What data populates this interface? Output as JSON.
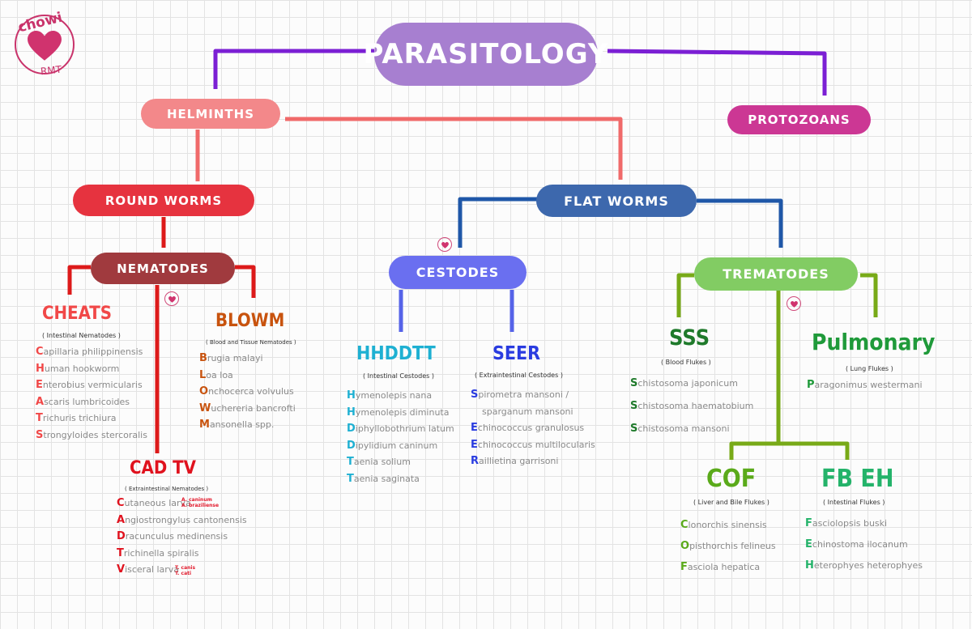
{
  "logo": {
    "top": "chowi",
    "bottom": "RMT"
  },
  "root": "PARASITOLOGY",
  "helminths": "HELMINTHS",
  "protozoans": "PROTOZOANS",
  "roundworms": "ROUND WORMS",
  "flatworms": "FLAT WORMS",
  "nematodes": "NEMATODES",
  "cestodes": "CESTODES",
  "trematodes": "TREMATODES",
  "cheats": {
    "title": "CHEATS",
    "subtitle": "( Intestinal Nematodes )",
    "items": [
      {
        "initial": "C",
        "rest": "apillaria philippinensis"
      },
      {
        "initial": "H",
        "rest": "uman hookworm"
      },
      {
        "initial": "E",
        "rest": "nterobius vermicularis"
      },
      {
        "initial": "A",
        "rest": "scaris lumbricoides"
      },
      {
        "initial": "T",
        "rest": "richuris trichiura"
      },
      {
        "initial": "S",
        "rest": "trongyloides stercoralis"
      }
    ]
  },
  "blowm": {
    "title": "BLOWM",
    "subtitle": "( Blood and Tissue Nematodes )",
    "items": [
      {
        "initial": "B",
        "rest": "rugia malayi"
      },
      {
        "initial": "L",
        "rest": "oa loa"
      },
      {
        "initial": "O",
        "rest": "nchocerca volvulus"
      },
      {
        "initial": "W",
        "rest": "uchereria bancrofti"
      },
      {
        "initial": "M",
        "rest": "ansonella spp."
      }
    ]
  },
  "cadtv": {
    "title": "CAD TV",
    "subtitle": "( Extraintestinal Nematodes )",
    "items": [
      {
        "initial": "C",
        "rest": "utaneous larva"
      },
      {
        "initial": "A",
        "rest": "ngiostrongylus cantonensis"
      },
      {
        "initial": "D",
        "rest": "racunculus medinensis"
      },
      {
        "initial": "T",
        "rest": "richinella spiralis"
      },
      {
        "initial": "V",
        "rest": "isceral larva"
      }
    ],
    "extra1": [
      "A. caninum",
      "A. braziliense"
    ],
    "extra2": [
      "T. canis",
      "T. cati"
    ]
  },
  "hhddtt": {
    "title": "HHDDTT",
    "subtitle": "( Intestinal Cestodes )",
    "items": [
      {
        "initial": "H",
        "rest": "ymenolepis nana"
      },
      {
        "initial": "H",
        "rest": "ymenolepis diminuta"
      },
      {
        "initial": "D",
        "rest": "iphyllobothrium latum"
      },
      {
        "initial": "D",
        "rest": "ipylidium caninum"
      },
      {
        "initial": "T",
        "rest": "aenia solium"
      },
      {
        "initial": "T",
        "rest": "aenia saginata"
      }
    ]
  },
  "seer": {
    "title": "SEER",
    "subtitle": "( Extraintestinal Cestodes )",
    "items": [
      {
        "initial": "S",
        "rest": "pirometra mansoni /"
      },
      {
        "initial": "",
        "rest": "sparganum mansoni"
      },
      {
        "initial": "E",
        "rest": "chinococcus granulosus"
      },
      {
        "initial": "E",
        "rest": "chinococcus multilocularis"
      },
      {
        "initial": "R",
        "rest": "aillietina garrisoni"
      }
    ]
  },
  "sss": {
    "title": "SSS",
    "subtitle": "( Blood Flukes )",
    "items": [
      {
        "initial": "S",
        "rest": "chistosoma japonicum"
      },
      {
        "initial": "S",
        "rest": "chistosoma haematobium"
      },
      {
        "initial": "S",
        "rest": "chistosoma mansoni"
      }
    ]
  },
  "pulmonary": {
    "title": "Pulmonary",
    "subtitle": "( Lung Flukes )",
    "items": [
      {
        "initial": "P",
        "rest": "aragonimus westermani"
      }
    ]
  },
  "cof": {
    "title": "COF",
    "subtitle": "( Liver and Bile Flukes )",
    "items": [
      {
        "initial": "C",
        "rest": "lonorchis sinensis"
      },
      {
        "initial": "O",
        "rest": "pisthorchis felineus"
      },
      {
        "initial": "F",
        "rest": "asciola hepatica"
      }
    ]
  },
  "fbeh": {
    "title": "FB EH",
    "subtitle": "( Intestinal Flukes )",
    "items": [
      {
        "initial": "F",
        "rest": "asciolopsis buski"
      },
      {
        "initial": "E",
        "rest": "chinostoma ilocanum"
      },
      {
        "initial": "H",
        "rest": "eterophyes heterophyes"
      }
    ]
  },
  "colors": {
    "root": "#a77fd0",
    "root_line": "#7b1fd4",
    "helminths": "#f3888a",
    "helminths_line": "#f06a6a",
    "protozoans": "#cc3794",
    "roundworms": "#e6333f",
    "nematodes": "#a03a3e",
    "red_line": "#dd1a1a",
    "flatworms": "#3d68ad",
    "blue_line": "#1f57a8",
    "cestodes": "#6a6ff0",
    "cestode_line": "#5663e8",
    "trematodes": "#82cc63",
    "green_line": "#78aa18",
    "cheats": "#f14848",
    "blowm": "#c8530e",
    "cadtv": "#e0121e",
    "hhddtt": "#1eb0d2",
    "seer": "#2a3ce0",
    "sss": "#1f7a2b",
    "pulmonary": "#1f9a3a",
    "cof": "#5aaa1a",
    "fbeh": "#24b36a"
  }
}
